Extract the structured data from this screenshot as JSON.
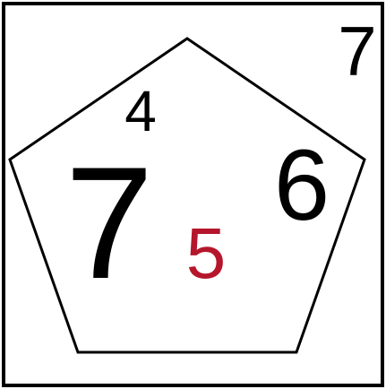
{
  "numbers": {
    "corner": "7",
    "top": "4",
    "left": "7",
    "right": "6",
    "center": "5"
  },
  "colors": {
    "stroke": "#000000",
    "text": "#000000",
    "highlight": "#b5162b",
    "background": "#ffffff"
  }
}
